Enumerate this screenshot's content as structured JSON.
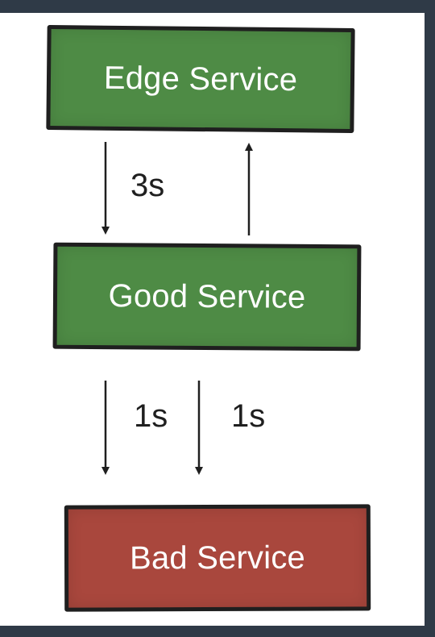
{
  "diagram": {
    "nodes": {
      "edge_service": "Edge Service",
      "good_service": "Good Service",
      "bad_service": "Bad Service"
    },
    "edge_labels": {
      "edge_to_good": "3s",
      "good_to_bad_1": "1s",
      "good_to_bad_2": "1s"
    },
    "colors": {
      "healthy_node": "#4e8b45",
      "failing_node": "#a9473d",
      "stroke": "#1f1f1f",
      "frame": "#2f3a47"
    }
  }
}
